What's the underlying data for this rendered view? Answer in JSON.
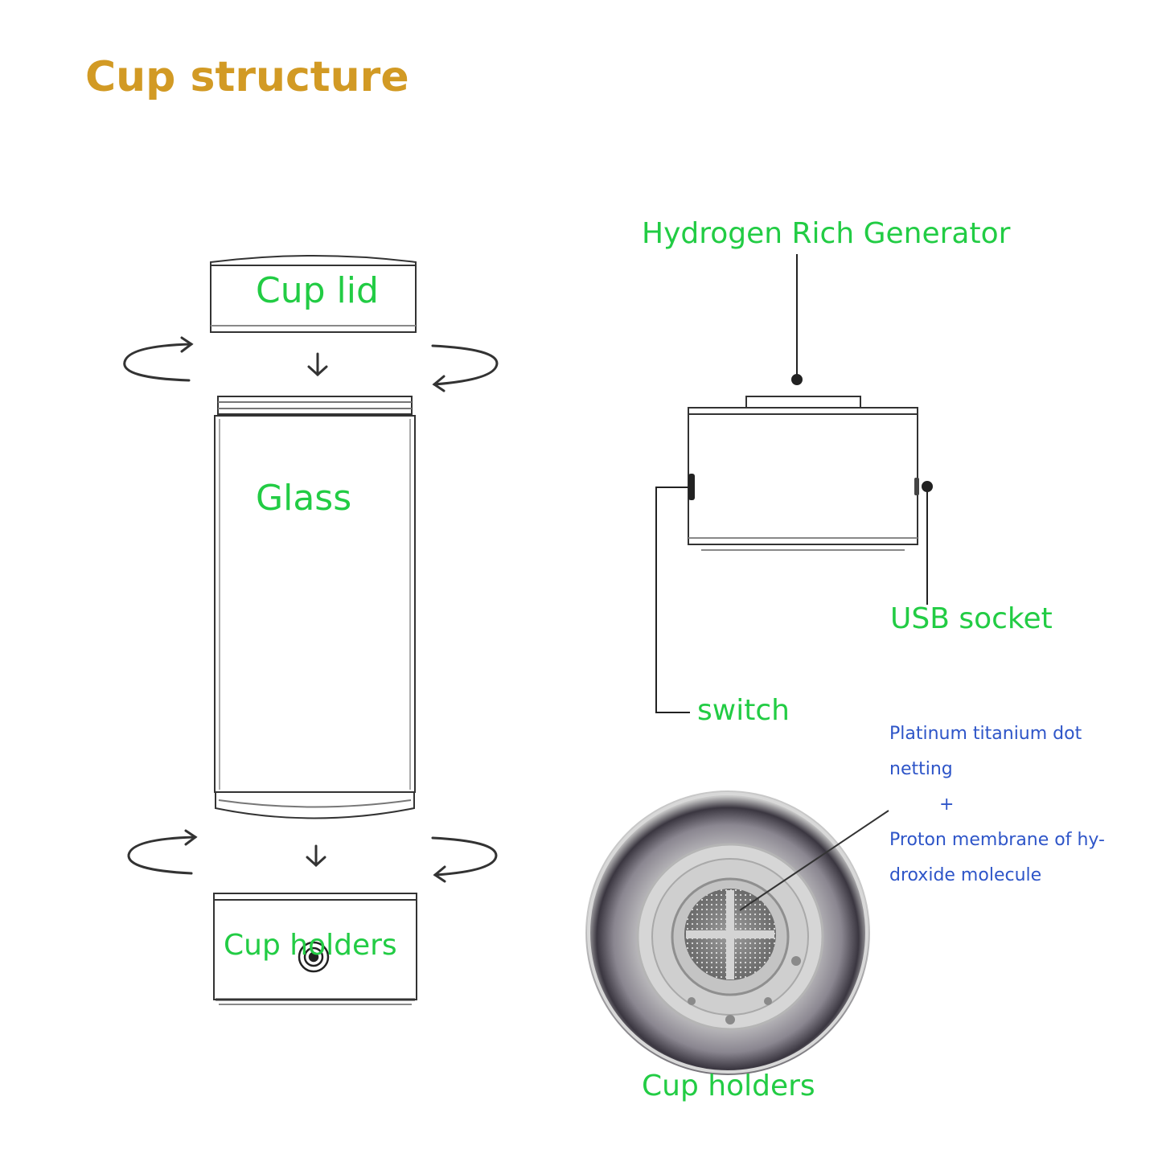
{
  "title": "Cup structure",
  "left_labels": {
    "cup_lid": "Cup lid",
    "glass": "Glass",
    "cup_holders": "Cup holders"
  },
  "right_labels": {
    "generator": "Hydrogen Rich Generator",
    "usb_socket": "USB socket",
    "switch": "switch",
    "cup_holders": "Cup holders"
  },
  "note": {
    "line1": "Platinum titanium dot",
    "line2": "netting",
    "plus": "+",
    "line3": "Proton membrane of hy-",
    "line4": "droxide molecule"
  },
  "colors": {
    "title": "#D29A24",
    "label_green": "#22CC44",
    "note_blue": "#2E55C8",
    "line": "#333333"
  }
}
